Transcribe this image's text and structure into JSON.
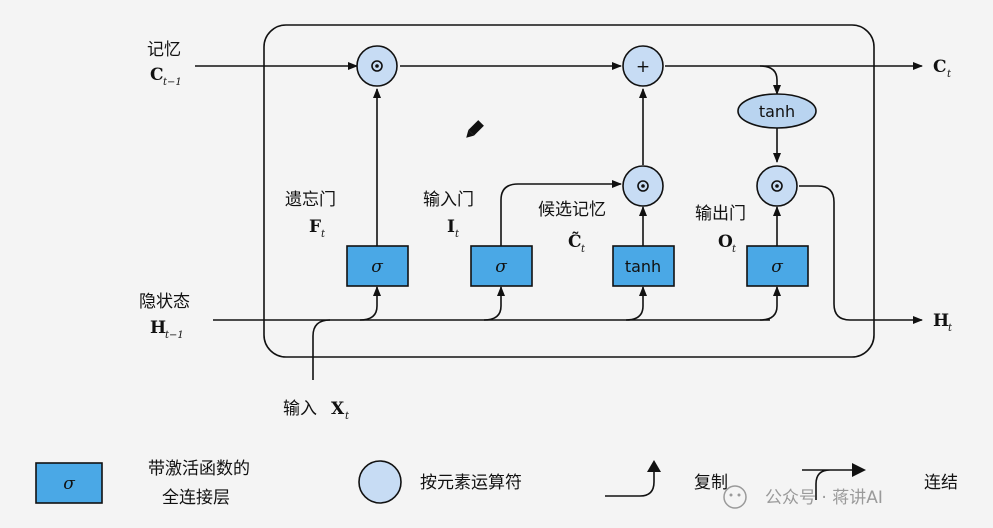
{
  "colors": {
    "box_fill": "#4aa8e6",
    "circle_fill": "#c7dcf4",
    "ellipse_fill": "#b9d4f0",
    "line": "#111111",
    "background": "#f4f4f4"
  },
  "inputs": {
    "memory_label": "记忆",
    "memory_symbol": "C",
    "memory_sub": "t−1",
    "hidden_label": "隐状态",
    "hidden_symbol": "H",
    "hidden_sub": "t−1",
    "x_label": "输入",
    "x_symbol": "X",
    "x_sub": "t"
  },
  "outputs": {
    "c_symbol": "C",
    "c_sub": "t",
    "h_symbol": "H",
    "h_sub": "t"
  },
  "gates": {
    "forget_label": "遗忘门",
    "forget_symbol": "F",
    "forget_sub": "t",
    "input_label": "输入门",
    "input_symbol": "I",
    "input_sub": "t",
    "candidate_label": "候选记忆",
    "candidate_symbol": "C̃",
    "candidate_sub": "t",
    "output_label": "输出门",
    "output_symbol": "O",
    "output_sub": "t"
  },
  "layers": {
    "sigma": "σ",
    "tanh": "tanh"
  },
  "ops": {
    "mult": "⊙",
    "add": "+"
  },
  "legend": {
    "fc_label_line1": "带激活函数的",
    "fc_label_line2": "全连接层",
    "op_label": "按元素运算符",
    "copy_label": "复制",
    "concat_label": "连结"
  },
  "watermark": "公众号 · 蒋讲AI"
}
